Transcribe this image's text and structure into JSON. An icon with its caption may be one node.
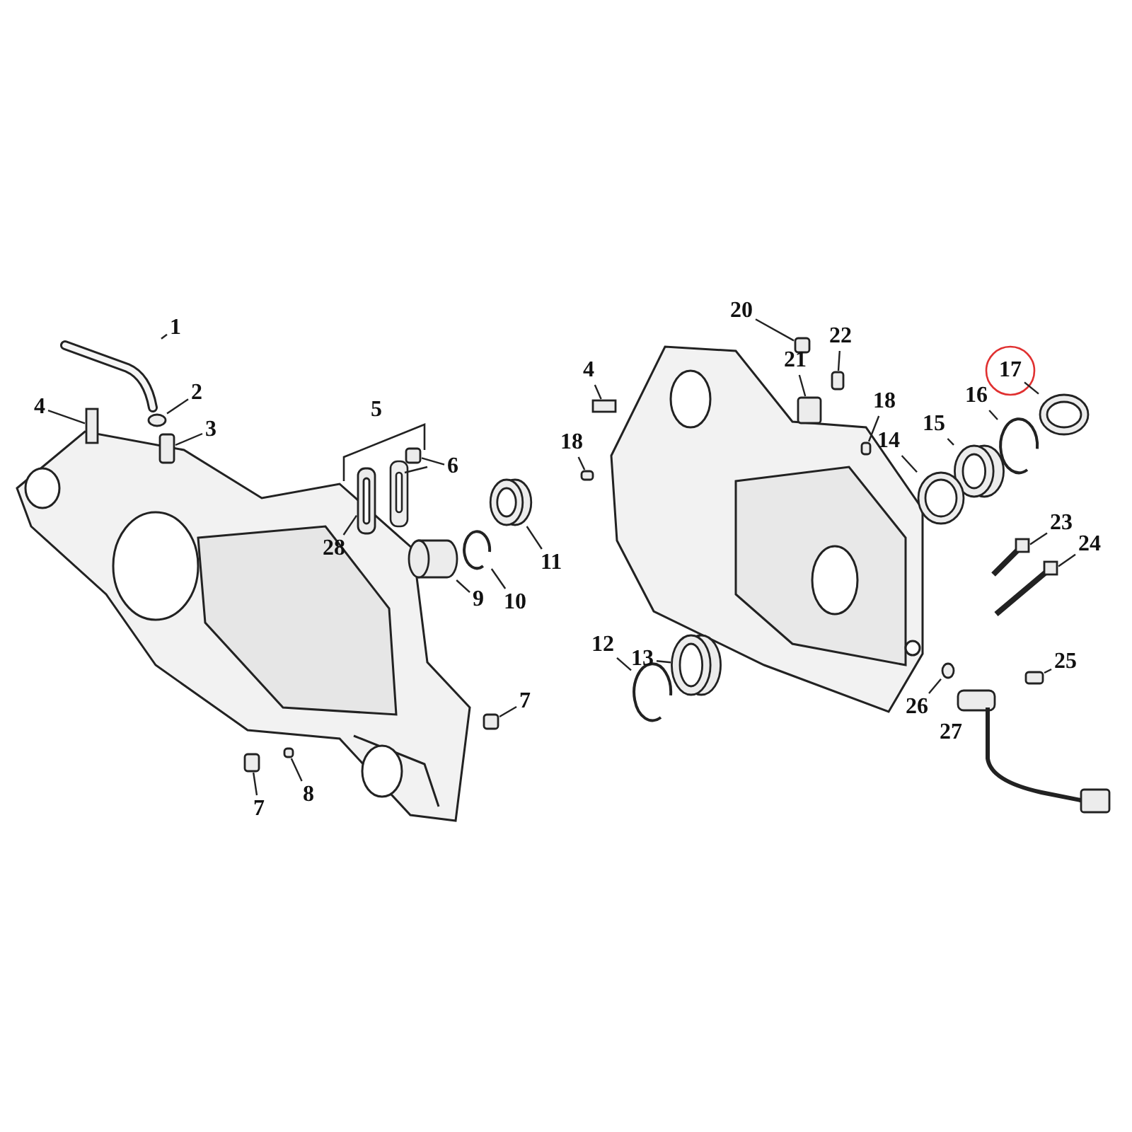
{
  "diagram": {
    "nodes": [
      {
        "text": [
          "1"
        ]
      },
      {
        "text": [],
        "shape": "picture"
      },
      {
        "text": [
          "2"
        ]
      },
      {
        "text": [],
        "shape": "circle"
      },
      {
        "text": [
          "3"
        ]
      },
      {
        "text": [],
        "shape": "box"
      },
      {
        "text": [
          "4"
        ]
      },
      {
        "text": [],
        "shape": "bar"
      },
      {
        "text": [
          "6"
        ]
      },
      {
        "text": [],
        "shape": "box"
      },
      {
        "text": [
          "28"
        ]
      },
      {
        "text": [],
        "shape": "picture"
      },
      {
        "text": [
          "9"
        ]
      },
      {
        "text": [],
        "shape": "cylinder"
      },
      {
        "text": [
          "10"
        ]
      },
      {
        "text": [],
        "shape": "picture"
      },
      {
        "text": [
          "11"
        ]
      },
      {
        "text": [],
        "shape": "picture"
      },
      {
        "text": [
          "7"
        ]
      },
      {
        "text": [],
        "shape": "box"
      },
      {
        "text": [
          "7"
        ]
      },
      {
        "text": [],
        "shape": "box"
      },
      {
        "text": [
          "8"
        ]
      },
      {
        "text": [],
        "shape": "box"
      },
      {
        "text": [
          "20"
        ]
      },
      {
        "text": [],
        "shape": "box"
      },
      {
        "text": [
          "22"
        ]
      },
      {
        "text": [],
        "shape": "box"
      },
      {
        "text": [
          "21"
        ]
      },
      {
        "text": [],
        "shape": "box"
      },
      {
        "text": [
          "4"
        ]
      },
      {
        "text": [],
        "shape": "bar"
      },
      {
        "text": [
          "18"
        ]
      },
      {
        "text": [],
        "shape": "box"
      },
      {
        "text": [
          "18"
        ]
      },
      {
        "text": [],
        "shape": "box"
      },
      {
        "text": [
          "17"
        ]
      },
      {
        "text": [],
        "shape": "picture"
      },
      {
        "text": [
          "16"
        ]
      },
      {
        "text": [],
        "shape": "picture"
      },
      {
        "text": [
          "15"
        ]
      },
      {
        "text": [],
        "shape": "picture"
      },
      {
        "text": [
          "14"
        ]
      },
      {
        "text": [],
        "shape": "picture"
      },
      {
        "text": [
          "23"
        ]
      },
      {
        "text": [],
        "shape": "picture"
      },
      {
        "text": [
          "24"
        ]
      },
      {
        "text": [],
        "shape": "picture"
      },
      {
        "text": [
          "13"
        ]
      },
      {
        "text": [],
        "shape": "picture"
      },
      {
        "text": [
          "12"
        ]
      },
      {
        "text": [],
        "shape": "picture"
      },
      {
        "text": [
          "25"
        ]
      },
      {
        "text": [],
        "shape": "box"
      },
      {
        "text": [
          "26"
        ]
      },
      {
        "text": [],
        "shape": "circle"
      },
      {
        "text": [
          "27"
        ]
      },
      {
        "text": [],
        "shape": "picture"
      }
    ],
    "edges": [
      {
        "from": 0,
        "to": 1,
        "arrow": "none"
      },
      {
        "from": 2,
        "to": 3,
        "arrow": "none"
      },
      {
        "from": 4,
        "to": 5,
        "arrow": "none"
      },
      {
        "from": 6,
        "to": 7,
        "arrow": "none"
      },
      {
        "from": 8,
        "to": 9,
        "arrow": "none"
      },
      {
        "from": 10,
        "to": 11,
        "arrow": "none"
      },
      {
        "from": 12,
        "to": 13,
        "arrow": "none"
      },
      {
        "from": 14,
        "to": 15,
        "arrow": "none"
      },
      {
        "from": 16,
        "to": 17,
        "arrow": "none"
      },
      {
        "from": 18,
        "to": 19,
        "arrow": "none"
      },
      {
        "from": 20,
        "to": 21,
        "arrow": "none"
      },
      {
        "from": 22,
        "to": 23,
        "arrow": "none"
      },
      {
        "from": 24,
        "to": 25,
        "arrow": "none"
      },
      {
        "from": 26,
        "to": 27,
        "arrow": "none"
      },
      {
        "from": 28,
        "to": 29,
        "arrow": "none"
      },
      {
        "from": 30,
        "to": 31,
        "arrow": "none"
      },
      {
        "from": 32,
        "to": 33,
        "arrow": "none"
      },
      {
        "from": 34,
        "to": 35,
        "arrow": "none"
      },
      {
        "from": 36,
        "to": 37,
        "arrow": "none"
      },
      {
        "from": 38,
        "to": 39,
        "arrow": "none"
      },
      {
        "from": 40,
        "to": 41,
        "arrow": "none"
      },
      {
        "from": 42,
        "to": 43,
        "arrow": "none"
      },
      {
        "from": 44,
        "to": 45,
        "arrow": "none"
      },
      {
        "from": 46,
        "to": 47,
        "arrow": "none"
      },
      {
        "from": 48,
        "to": 49,
        "arrow": "none"
      },
      {
        "from": 50,
        "to": 51,
        "arrow": "none"
      },
      {
        "from": 52,
        "to": 53,
        "arrow": "none"
      },
      {
        "from": 54,
        "to": 55,
        "arrow": "none"
      }
    ],
    "labels": [
      "5"
    ]
  }
}
